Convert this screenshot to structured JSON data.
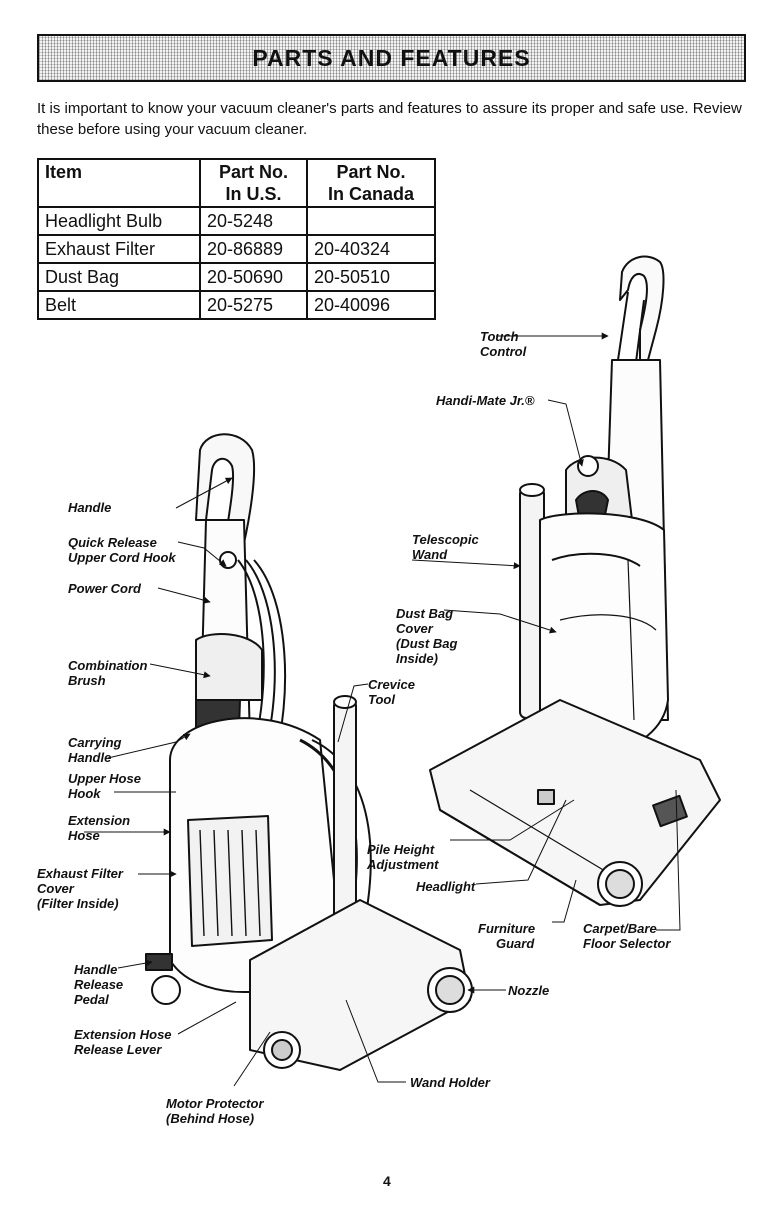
{
  "banner": {
    "title": "PARTS AND FEATURES"
  },
  "intro": "It is important to know your vacuum cleaner's parts and features to assure its proper and safe use. Review these before using your vacuum cleaner.",
  "table": {
    "headers": [
      "Item",
      "Part No. In U.S.",
      "Part No. In Canada"
    ],
    "header_lines": [
      [
        "Item",
        ""
      ],
      [
        "Part No.",
        "In U.S."
      ],
      [
        "Part No.",
        "In Canada"
      ]
    ],
    "rows": [
      [
        "Headlight Bulb",
        "20-5248",
        ""
      ],
      [
        "Exhaust Filter",
        "20-86889",
        "20-40324"
      ],
      [
        "Dust Bag",
        "20-50690",
        "20-50510"
      ],
      [
        "Belt",
        "20-5275",
        "20-40096"
      ]
    ]
  },
  "labels": {
    "touch_control": [
      "Touch",
      "Control"
    ],
    "handi_mate": [
      "Handi-Mate Jr.®"
    ],
    "handle": [
      "Handle"
    ],
    "quick_release": [
      "Quick Release",
      "Upper Cord Hook"
    ],
    "power_cord": [
      "Power Cord"
    ],
    "combination_brush": [
      "Combination",
      "Brush"
    ],
    "telescopic_wand": [
      "Telescopic",
      "Wand"
    ],
    "dust_bag_cover": [
      "Dust Bag",
      "Cover",
      "(Dust Bag",
      "Inside)"
    ],
    "crevice_tool": [
      "Crevice",
      "Tool"
    ],
    "carrying_handle": [
      "Carrying",
      "Handle"
    ],
    "upper_hose_hook": [
      "Upper Hose",
      "Hook"
    ],
    "extension_hose": [
      "Extension",
      "Hose"
    ],
    "exhaust_filter_cover": [
      "Exhaust Filter",
      "Cover",
      "(Filter Inside)"
    ],
    "pile_height": [
      "Pile Height",
      "Adjustment"
    ],
    "headlight": [
      "Headlight"
    ],
    "furniture_guard": [
      "Furniture",
      "Guard"
    ],
    "carpet_bare": [
      "Carpet/Bare",
      "Floor Selector"
    ],
    "handle_release": [
      "Handle",
      "Release",
      "Pedal"
    ],
    "nozzle": [
      "Nozzle"
    ],
    "extension_hose_release": [
      "Extension Hose",
      "Release Lever"
    ],
    "wand_holder": [
      "Wand Holder"
    ],
    "motor_protector": [
      "Motor Protector",
      "(Behind Hose)"
    ]
  },
  "page_number": "4"
}
